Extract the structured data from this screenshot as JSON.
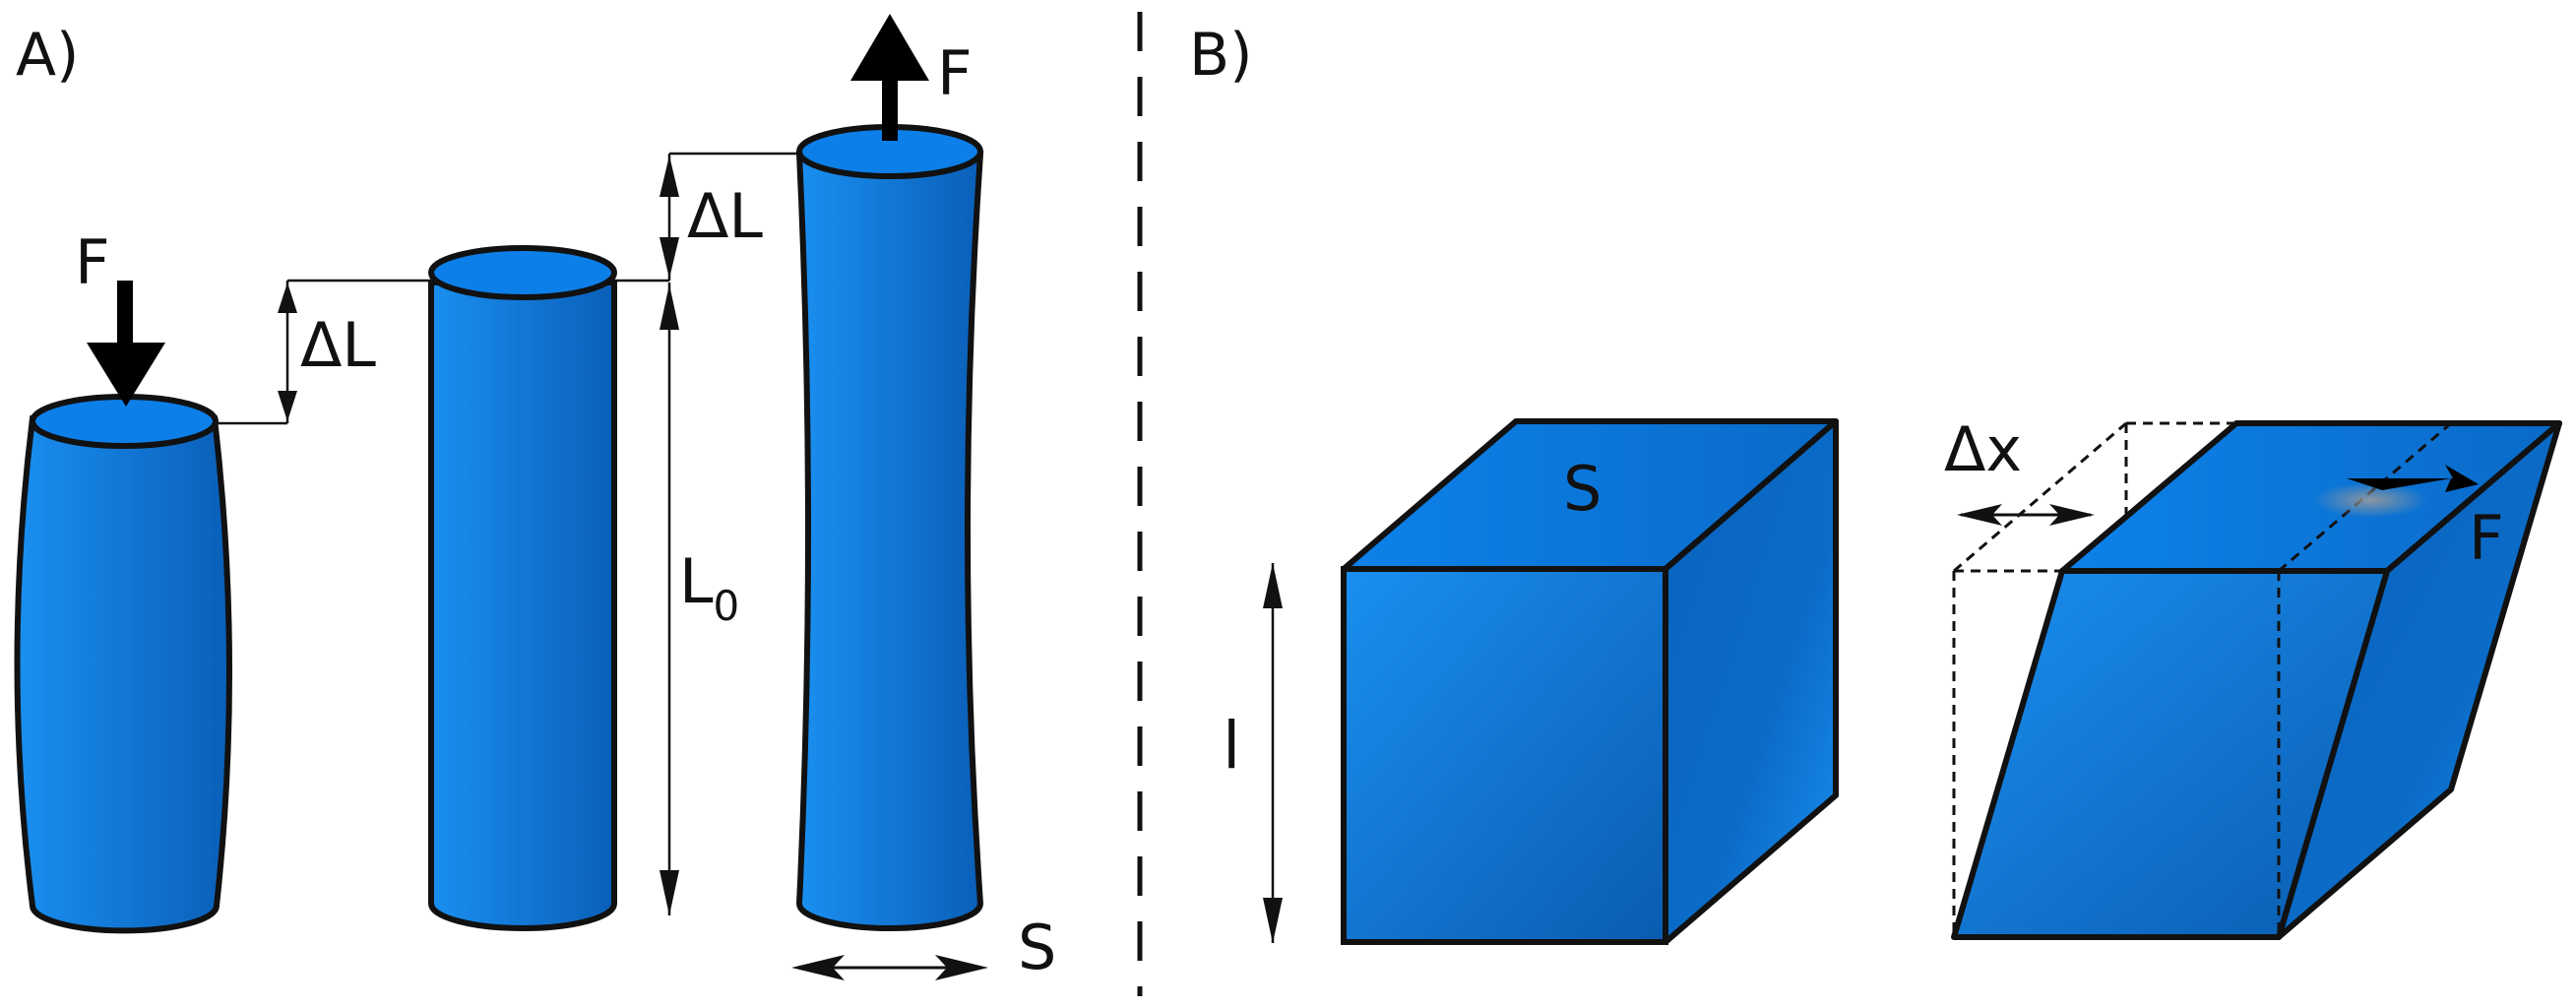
{
  "panels": {
    "a": {
      "letter": "A)",
      "force_compress": "F",
      "force_tension": "F",
      "delta_compress": "ΔL",
      "delta_tension": "ΔL",
      "length_main": "L",
      "length_sub": "0",
      "section": "S"
    },
    "b": {
      "letter": "B)",
      "section": "S",
      "height": "l",
      "displacement": "Δx",
      "force": "F"
    }
  },
  "colors": {
    "body_light": "#1a8ff0",
    "body_dark": "#0a5fb8",
    "top_face": "#0c7fe8",
    "outline": "#111111",
    "arrow": "#000000"
  },
  "icons": {
    "force_arrow": "thick-arrow",
    "dimension_arrow": "double-headed-arrow"
  }
}
